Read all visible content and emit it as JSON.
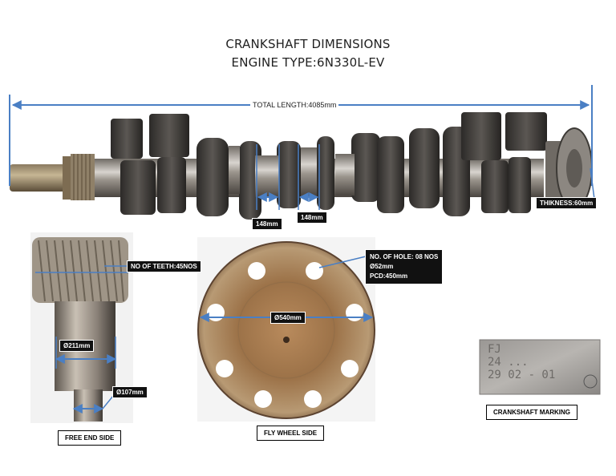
{
  "title": {
    "line1": "CRANKSHAFT DIMENSIONS",
    "line2": "ENGINE TYPE:6N330L-EV"
  },
  "crankshaft": {
    "total_length": "TOTAL LENGTH:4085mm",
    "journal_width_a": "148mm",
    "journal_width_b": "148mm",
    "flange_thickness": "THIKNESS:60mm"
  },
  "free_end": {
    "teeth": "NO OF TEETH:45NOS",
    "diameter_large": "Ø211mm",
    "diameter_small": "Ø107mm",
    "caption": "FREE END SIDE"
  },
  "flywheel": {
    "holes_line1": "NO. OF HOLE: 08 NOS",
    "holes_line2": "Ø52mm",
    "holes_line3": "PCD:450mm",
    "diameter": "Ø540mm",
    "caption": "FLY WHEEL SIDE"
  },
  "marking": {
    "caption": "CRANKSHAFT MARKING",
    "stamp_line1": "FJ",
    "stamp_line2": "24 ...",
    "stamp_line3": "29 02 - 01"
  },
  "colors": {
    "dimension_line": "#4a7fc4",
    "label_bg": "#111111"
  }
}
